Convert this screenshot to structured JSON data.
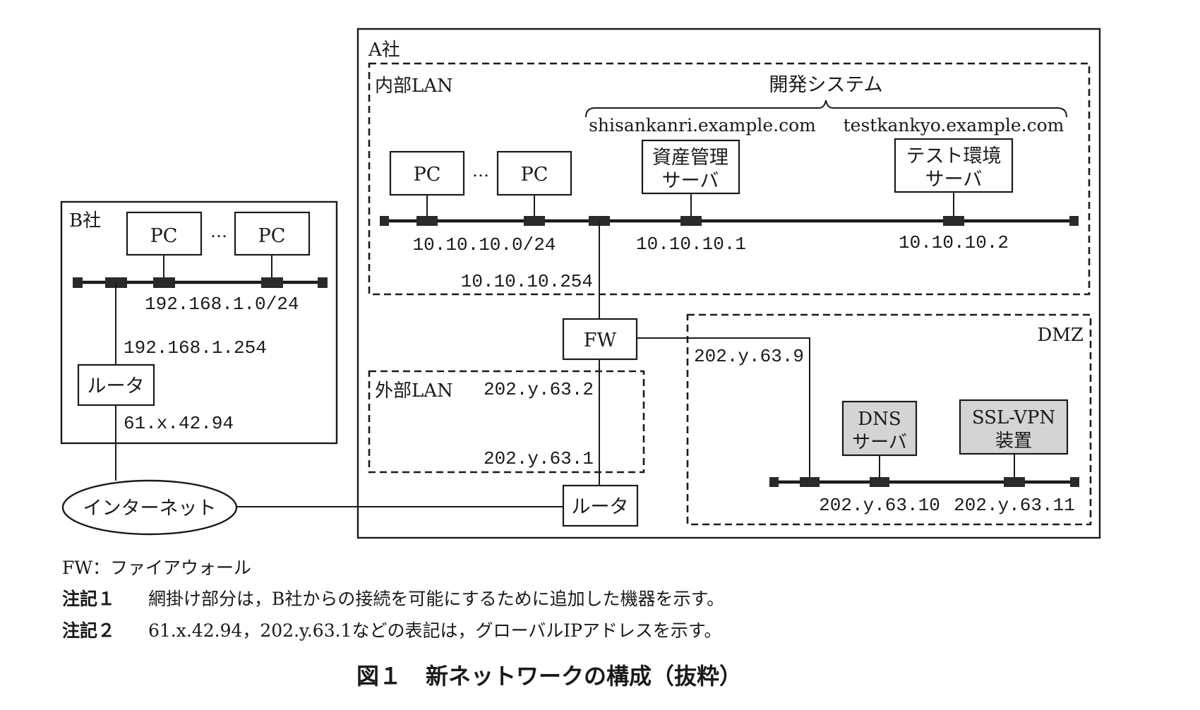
{
  "figure": {
    "caption_number": "図１",
    "caption_title": "新ネットワークの構成（抜粋）"
  },
  "company_a": {
    "label": "A社",
    "internal_lan": {
      "label": "内部LAN",
      "subnet": "10.10.10.0/24",
      "gateway_ip": "10.10.10.254",
      "pc_label": "PC",
      "ellipsis": "…",
      "dev_system": {
        "label": "開発システム",
        "servers": [
          {
            "hostname": "shisankanri.example.com",
            "name_line1": "資産管理",
            "name_line2": "サーバ",
            "ip": "10.10.10.1"
          },
          {
            "hostname": "testkankyo.example.com",
            "name_line1": "テスト環境",
            "name_line2": "サーバ",
            "ip": "10.10.10.2"
          }
        ]
      }
    },
    "fw": {
      "label": "FW"
    },
    "external_lan": {
      "label": "外部LAN",
      "fw_ip": "202.y.63.2",
      "router_ip": "202.y.63.1"
    },
    "router": {
      "label": "ルータ"
    },
    "dmz": {
      "label": "DMZ",
      "fw_ip": "202.y.63.9",
      "devices": [
        {
          "name_line1": "DNS",
          "name_line2": "サーバ",
          "ip": "202.y.63.10",
          "shaded": true
        },
        {
          "name_line1": "SSL-VPN",
          "name_line2": "装置",
          "ip": "202.y.63.11",
          "shaded": true
        }
      ]
    }
  },
  "company_b": {
    "label": "B社",
    "pc_label": "PC",
    "ellipsis": "…",
    "subnet": "192.168.1.0/24",
    "router_inside_ip": "192.168.1.254",
    "router_label": "ルータ",
    "router_outside_ip": "61.x.42.94"
  },
  "internet": {
    "label": "インターネット"
  },
  "legend": {
    "fw_def": "FW：ファイアウォール",
    "note1_label": "注記１",
    "note1_text": "網掛け部分は，B社からの接続を可能にするために追加した機器を示す。",
    "note2_label": "注記２",
    "note2_text": "61.x.42.94，202.y.63.1などの表記は，グローバルIPアドレスを示す。"
  },
  "colors": {
    "shaded_fill": "#d4d4d4",
    "ink": "#1a1a1a"
  }
}
